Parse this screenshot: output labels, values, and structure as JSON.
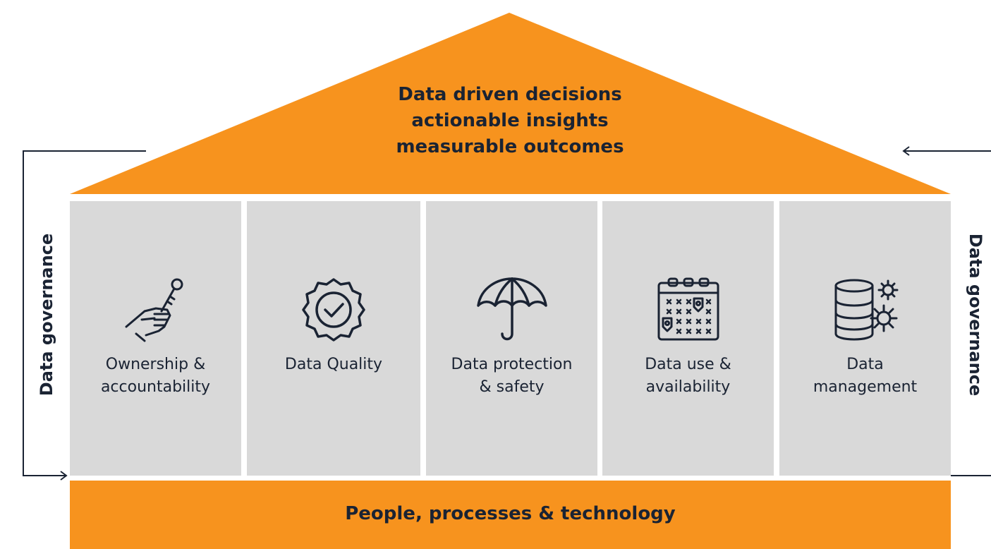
{
  "roof": {
    "line1": "Data driven decisions",
    "line2": "actionable insights",
    "line3": "measurable outcomes"
  },
  "pillars": [
    {
      "icon": "hand-key-icon",
      "line1": "Ownership &",
      "line2": "accountability"
    },
    {
      "icon": "quality-badge-icon",
      "line1": "Data Quality",
      "line2": ""
    },
    {
      "icon": "umbrella-icon",
      "line1": "Data protection",
      "line2": "& safety"
    },
    {
      "icon": "calendar-icon",
      "line1": "Data use &",
      "line2": "availability"
    },
    {
      "icon": "database-gear-icon",
      "line1": "Data",
      "line2": "management"
    }
  ],
  "base": {
    "label": "People, processes & technology"
  },
  "side": {
    "left": "Data governance",
    "right": "Data governance"
  },
  "colors": {
    "accent": "#f7931e",
    "pillar": "#d9d9d9",
    "ink": "#1a2333"
  }
}
